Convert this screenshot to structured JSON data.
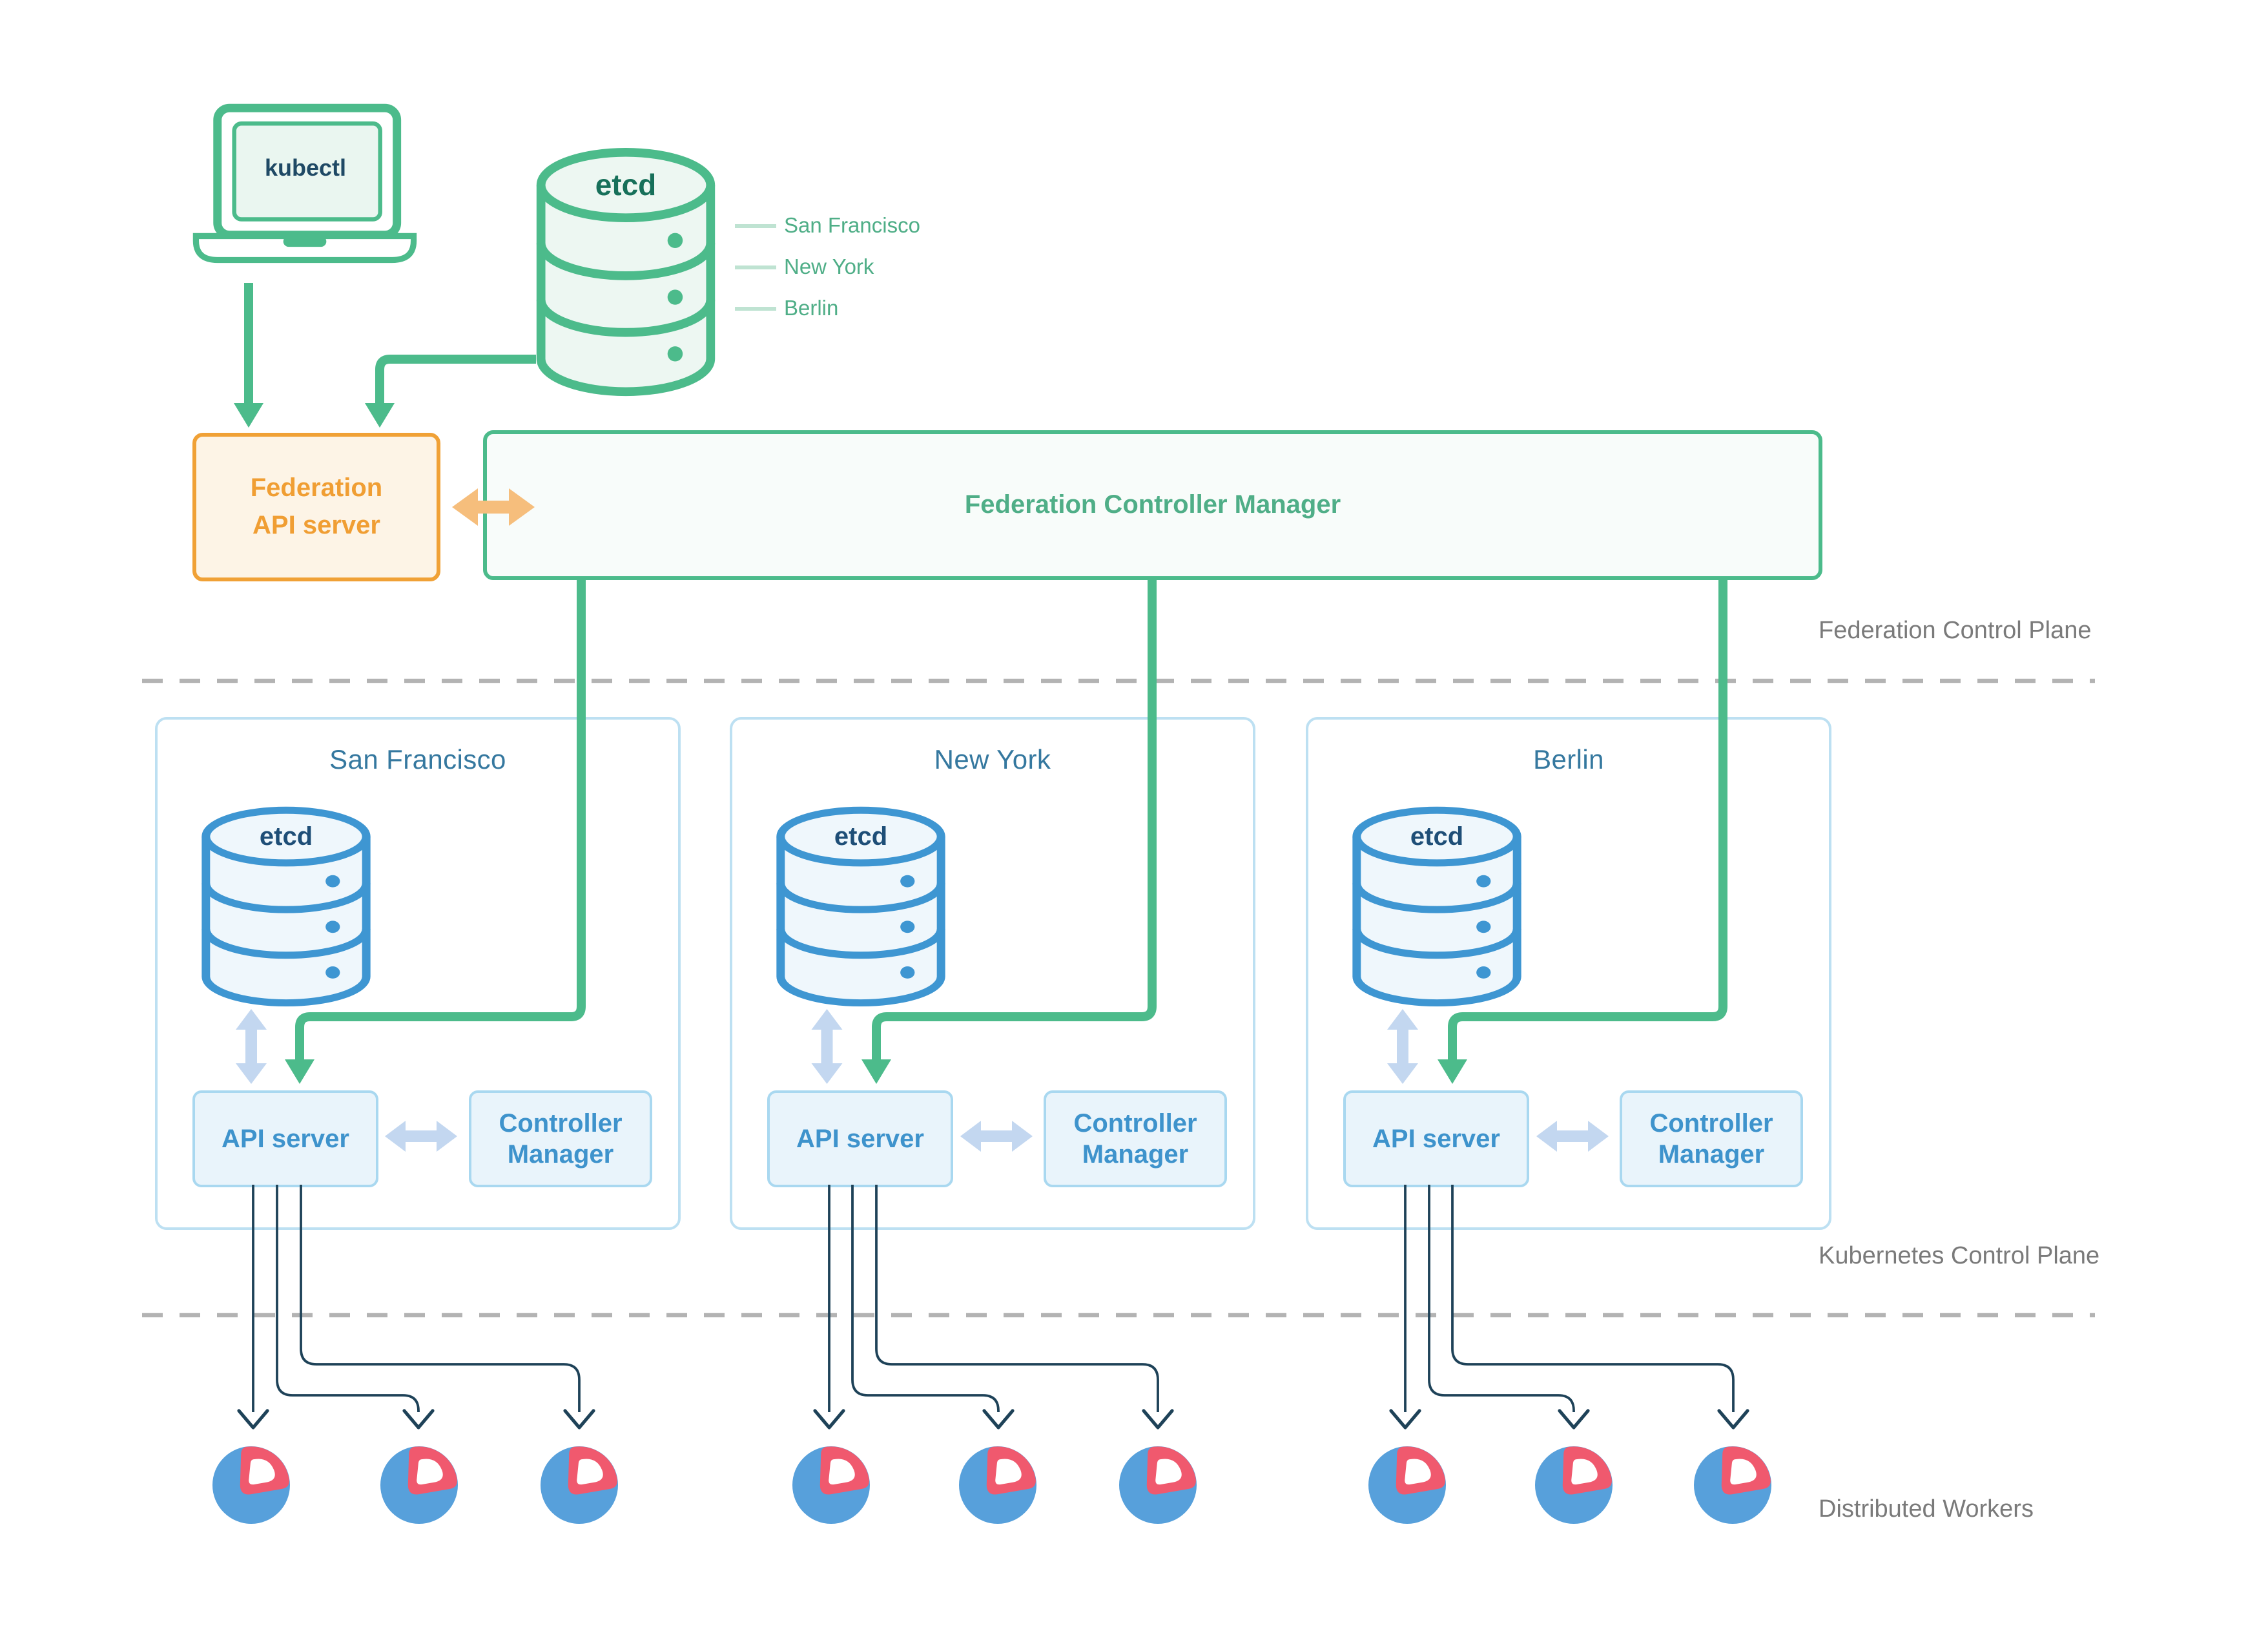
{
  "colors": {
    "green": "#4CBB8B",
    "green_dark": "#17705A",
    "green_label": "#4FAE87",
    "green_pale": "#BFE3D2",
    "cyl_green_fill": "#EDF7F2",
    "laptop_screen_fill": "#EAF6F0",
    "kubectl_text": "#1F4965",
    "orange": "#F0A136",
    "orange_text": "#F09E33",
    "orange_fill": "#FDF4E6",
    "orange_arrow": "#F6BE7C",
    "fcm_fill": "#F8FCFA",
    "cluster_border": "#BDE0F2",
    "cluster_title": "#35789F",
    "blue_stroke": "#3E96D2",
    "cyl_blue_fill": "#EFF7FC",
    "navy_text": "#1E4E77",
    "box_fill": "#E9F4FB",
    "box_border": "#A9D8F0",
    "box_text": "#3E93CC",
    "arrow_blue": "#C3D7F0",
    "navy": "#1E4258",
    "worker_blue": "#57A0DB",
    "worker_red": "#F0596E",
    "gray_label": "#7A7A7A",
    "dash_gray": "#B3B3B3"
  },
  "kubectl": {
    "label": "kubectl"
  },
  "federation_etcd": {
    "label": "etcd",
    "replicas": [
      "San Francisco",
      "New York",
      "Berlin"
    ]
  },
  "federation_api_server": {
    "lines": [
      "Federation",
      "API server"
    ]
  },
  "federation_controller_manager": {
    "label": "Federation Controller Manager"
  },
  "planes": {
    "federation": "Federation Control Plane",
    "kubernetes": "Kubernetes Control Plane",
    "workers": "Distributed Workers"
  },
  "clusters": [
    {
      "name": "San Francisco",
      "etcd_label": "etcd",
      "api_server": "API server",
      "controller_manager_lines": [
        "Controller",
        "Manager"
      ],
      "workers": 3
    },
    {
      "name": "New York",
      "etcd_label": "etcd",
      "api_server": "API server",
      "controller_manager_lines": [
        "Controller",
        "Manager"
      ],
      "workers": 3
    },
    {
      "name": "Berlin",
      "etcd_label": "etcd",
      "api_server": "API server",
      "controller_manager_lines": [
        "Controller",
        "Manager"
      ],
      "workers": 3
    }
  ]
}
